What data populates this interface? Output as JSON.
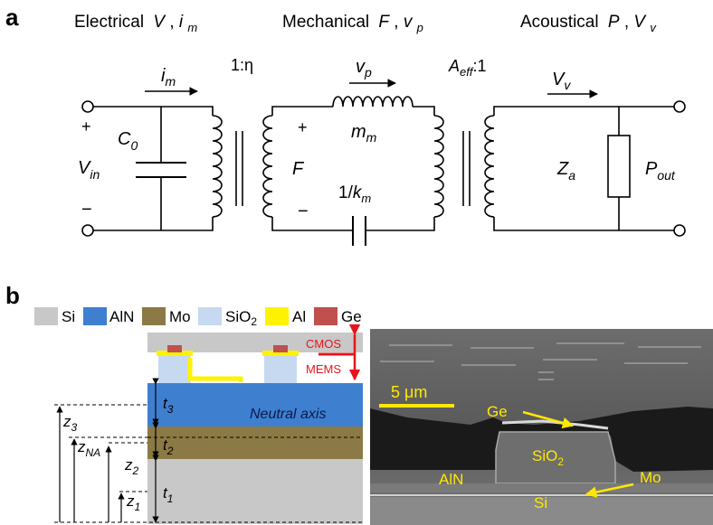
{
  "panel_a": {
    "label": "a",
    "domains": {
      "electrical": {
        "name": "Electrical",
        "v1": "V",
        "sep": ",",
        "v2": "i",
        "v2_sub": "m"
      },
      "mechanical": {
        "name": "Mechanical",
        "v1": "F",
        "sep": ",",
        "v2": "v",
        "v2_sub": "p"
      },
      "acoustical": {
        "name": "Acoustical",
        "v1": "P",
        "sep": ",",
        "v2": "V",
        "v2_sub": "v"
      }
    },
    "components": {
      "current": {
        "main": "i",
        "sub": "m"
      },
      "ratio1": "1:η",
      "velocity": {
        "main": "v",
        "sub": "p"
      },
      "ratio2": {
        "main": "A",
        "sub": "eff",
        "suffix": ":1"
      },
      "volume_velocity": {
        "main": "V",
        "sub": "v"
      },
      "capacitor": {
        "main": "C",
        "sub": "0"
      },
      "input": {
        "main": "V",
        "sub": "in"
      },
      "plus": "+",
      "minus": "−",
      "force": "F",
      "mass": {
        "main": "m",
        "sub": "m"
      },
      "compliance": {
        "pre": "1/",
        "main": "k",
        "sub": "m"
      },
      "impedance": {
        "main": "Z",
        "sub": "a"
      },
      "output": {
        "main": "P",
        "sub": "out"
      }
    }
  },
  "panel_b": {
    "label": "b",
    "legend": [
      {
        "text": "Si",
        "sub": "",
        "color": "#c8c8c8"
      },
      {
        "text": "AlN",
        "sub": "",
        "color": "#3f7fd0"
      },
      {
        "text": "Mo",
        "sub": "",
        "color": "#8b7a45"
      },
      {
        "text": "SiO",
        "sub": "2",
        "color": "#c6d9f0"
      },
      {
        "text": "Al",
        "sub": "",
        "color": "#fff200"
      },
      {
        "text": "Ge",
        "sub": "",
        "color": "#c0504d"
      }
    ],
    "stack": {
      "cmos": "CMOS",
      "mems": "MEMS",
      "neutral_axis": "Neutral axis",
      "t3": {
        "main": "t",
        "sub": "3"
      },
      "t2": {
        "main": "t",
        "sub": "2"
      },
      "t1": {
        "main": "t",
        "sub": "1"
      },
      "z3": {
        "main": "z",
        "sub": "3"
      },
      "zna": {
        "main": "z",
        "sub": "NA"
      },
      "z2": {
        "main": "z",
        "sub": "2"
      },
      "z1": {
        "main": "z",
        "sub": "1"
      }
    },
    "sem": {
      "scale": "5 μm",
      "ge": "Ge",
      "sio2": {
        "main": "SiO",
        "sub": "2"
      },
      "aln": "AlN",
      "mo": "Mo",
      "si": "Si"
    }
  }
}
